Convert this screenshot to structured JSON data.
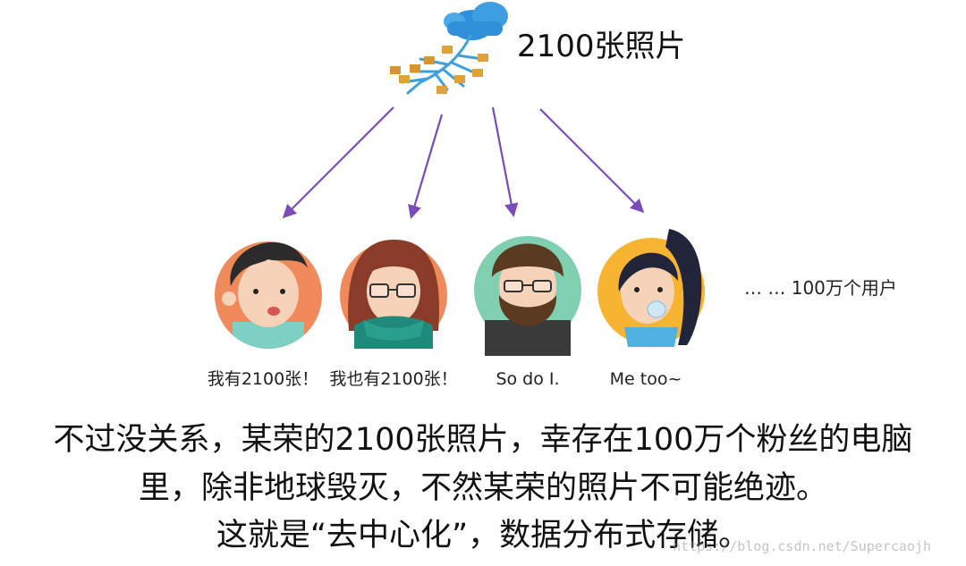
{
  "header": {
    "photo_count_label": "2100张照片"
  },
  "users": [
    {
      "caption": "我有2100张！"
    },
    {
      "caption": "我也有2100张！"
    },
    {
      "caption": "So do I."
    },
    {
      "caption": "Me too~"
    }
  ],
  "more_users_label": "… …  100万个用户",
  "body_lines": [
    "不过没关系，某荣的2100张照片，幸存在100万个粉丝的电脑",
    "里，除非地球毁灭，不然某荣的照片不可能绝迹。",
    "这就是“去中心化”，数据分布式存储。"
  ],
  "watermark": "https://blog.csdn.net/Supercaojh",
  "colors": {
    "arrow": "#7a4cb8",
    "cloud": "#3d9fe0",
    "folder": "#e0a03a",
    "avatar_bg_1": "#f08a5a",
    "avatar_bg_2": "#f08a5a",
    "avatar_bg_3": "#7fcfb0",
    "avatar_bg_4": "#f6b431"
  }
}
